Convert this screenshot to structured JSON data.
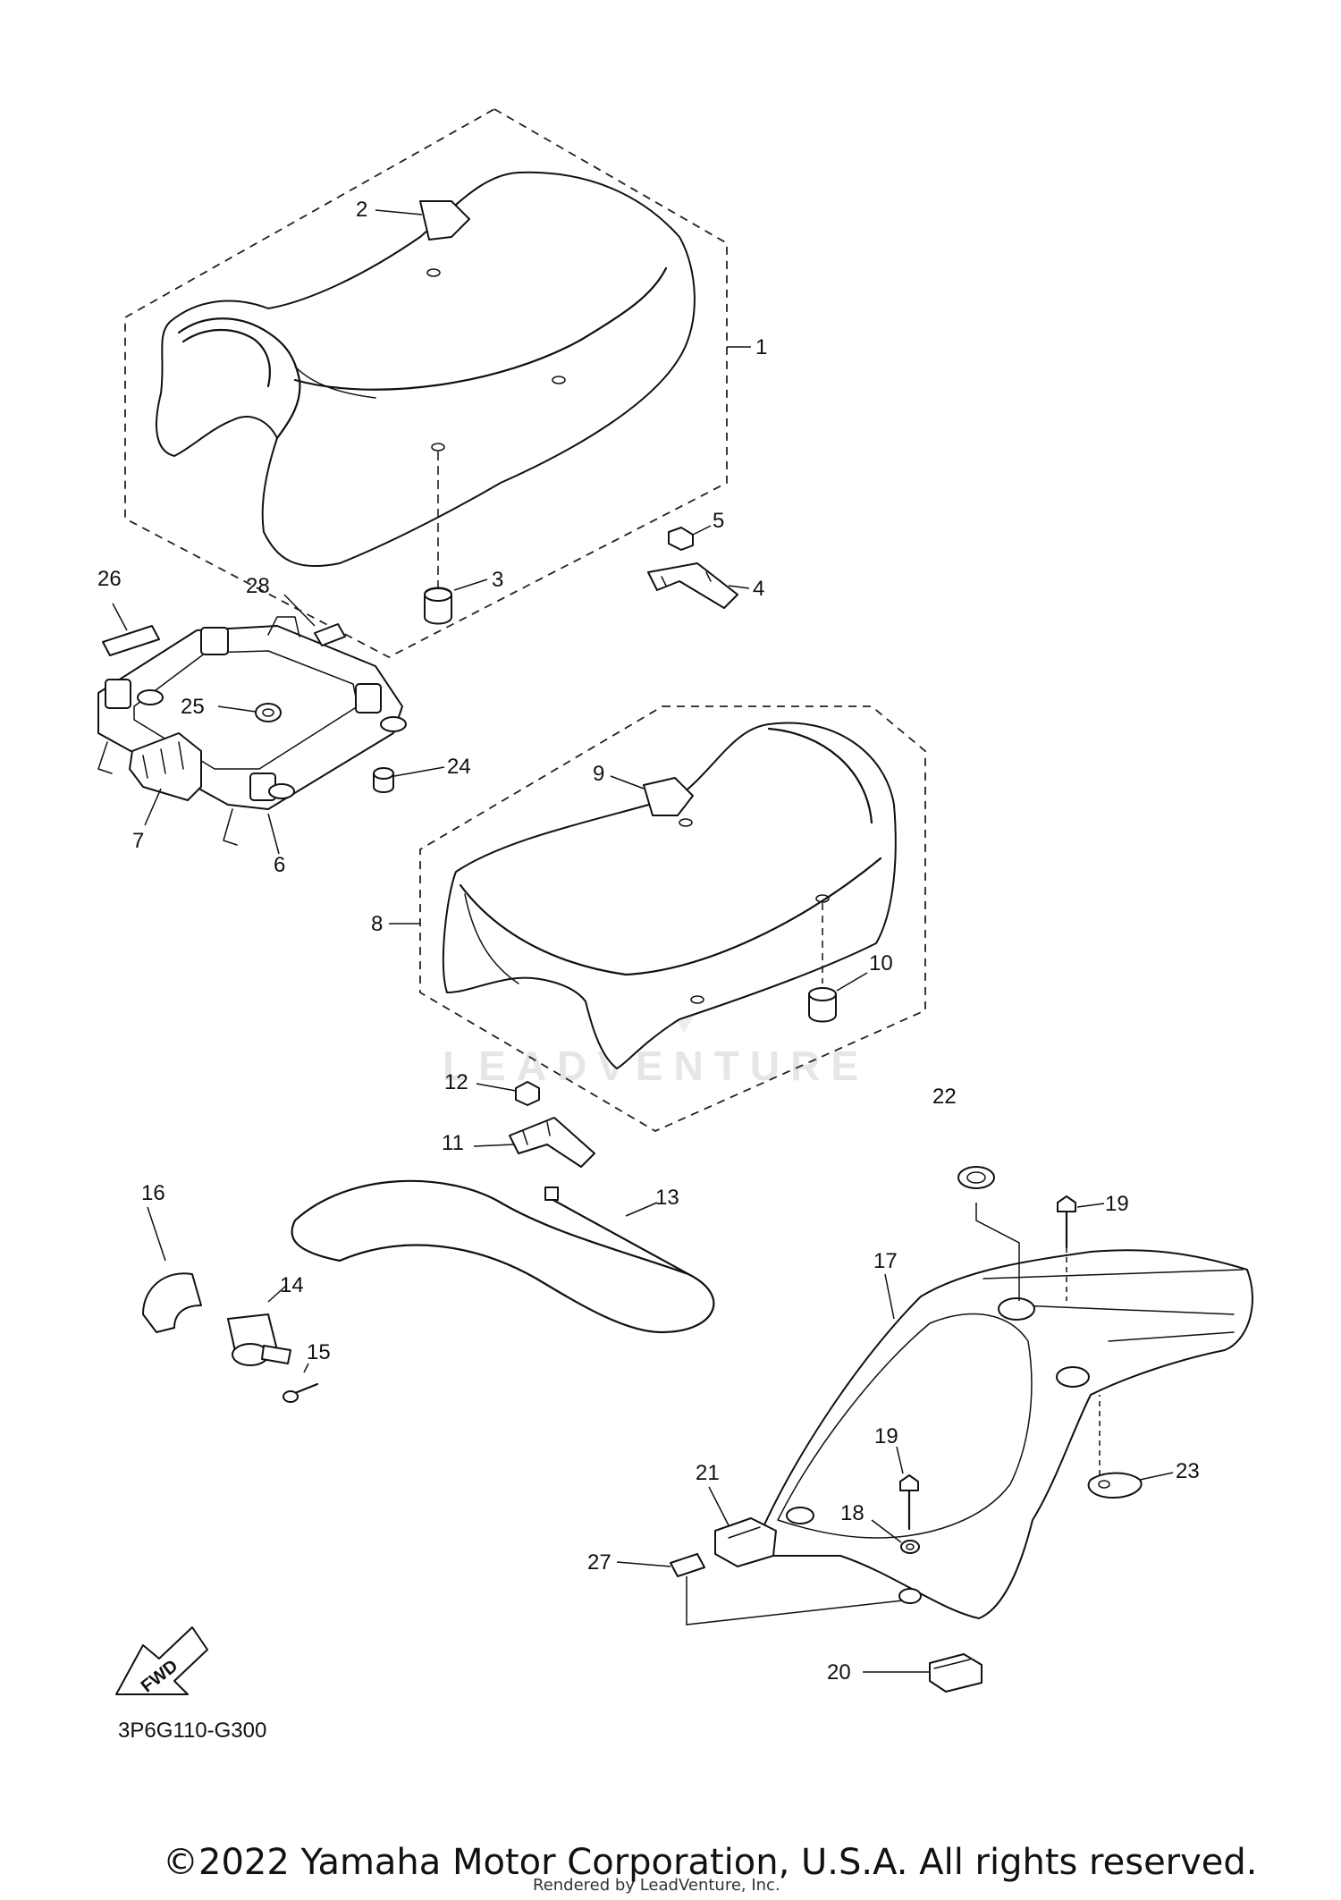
{
  "diagram": {
    "callouts": {
      "c1": "1",
      "c2": "2",
      "c3": "3",
      "c4": "4",
      "c5": "5",
      "c6": "6",
      "c7": "7",
      "c8": "8",
      "c9": "9",
      "c10": "10",
      "c11": "11",
      "c12": "12",
      "c13": "13",
      "c14": "14",
      "c15": "15",
      "c16": "16",
      "c17": "17",
      "c18": "18",
      "c19a": "19",
      "c19b": "19",
      "c20": "20",
      "c21": "21",
      "c22": "22",
      "c23": "23",
      "c24": "24",
      "c25": "25",
      "c26": "26",
      "c27": "27",
      "c28": "28"
    },
    "fwd_label": "FWD",
    "code": "3P6G110-G300",
    "watermark": "LEADVENTURE"
  },
  "footer": {
    "copyright": "©2022 Yamaha Motor Corporation, U.S.A. All rights reserved.",
    "rendered_by": "Rendered by LeadVenture, Inc."
  }
}
